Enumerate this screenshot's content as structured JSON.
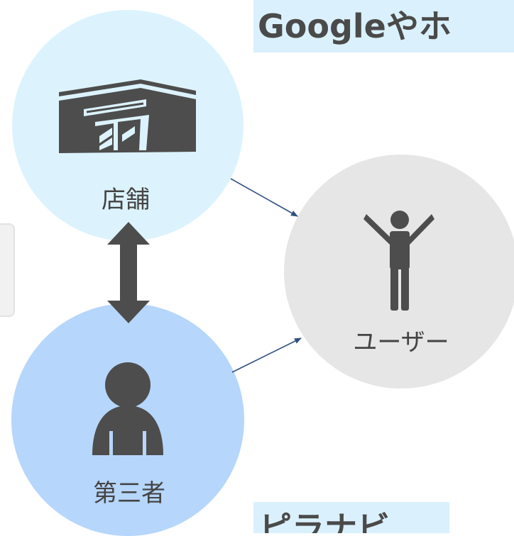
{
  "headings": {
    "top": "Googleやホ",
    "bottom": "ピラナビ"
  },
  "nodes": {
    "store": {
      "label": "店舗",
      "icon": "store-building-icon"
    },
    "third_party": {
      "label": "第三者",
      "icon": "person-icon"
    },
    "user": {
      "label": "ユーザー",
      "icon": "person-arms-raised-icon"
    }
  },
  "colors": {
    "store_circle": "#dcf3fd",
    "third_party_circle": "#b6d6fb",
    "user_circle": "#e6e6e6",
    "icon": "#4d4d4d",
    "arrow_line": "#2f4f7f"
  }
}
